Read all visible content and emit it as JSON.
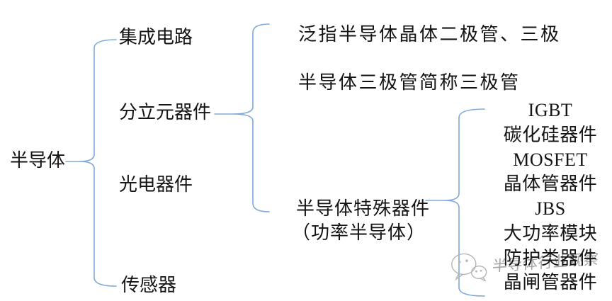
{
  "diagram": {
    "root": "半导体",
    "level1": {
      "integrated_circuits": "集成电路",
      "discrete_components": "分立元器件",
      "optoelectronic_devices": "光电器件",
      "sensors": "传感器"
    },
    "discrete_notes": {
      "line1": "泛指半导体晶体二极管、三极",
      "line2": "半导体三极管简称三极管"
    },
    "special_device": {
      "title": "半导体特殊器件",
      "subtitle": "（功率半导体）"
    },
    "special_children": [
      "IGBT",
      "碳化硅器件",
      "MOSFET",
      "晶体管器件",
      "JBS",
      "大功率模块",
      "防护类器件",
      "晶闸管器件"
    ]
  },
  "watermark": {
    "text": "半导体行业观察",
    "icon": "wechat-logo"
  },
  "colors": {
    "brace": "#7fa8d9",
    "text": "#141414",
    "watermark": "#a3a3a3"
  }
}
